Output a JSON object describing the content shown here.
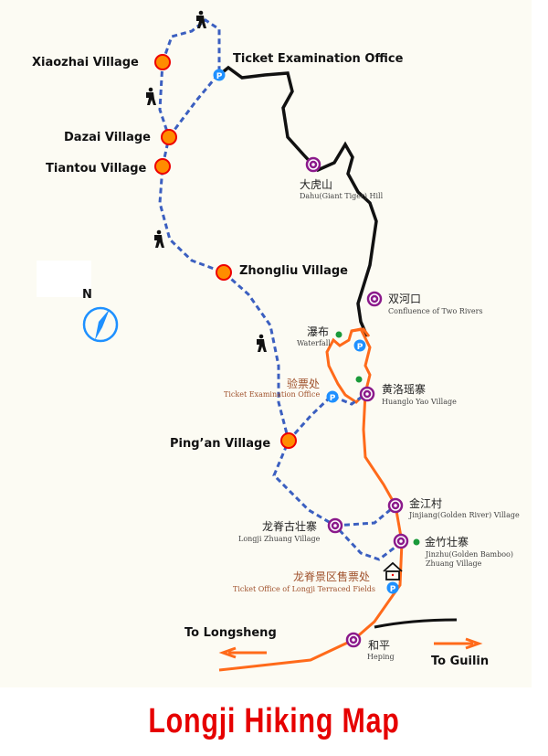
{
  "title": "Longji Hiking Map",
  "villages": {
    "xiaozhai": "Xiaozhai Village",
    "dazai": "Dazai Village",
    "tiantou": "Tiantou Village",
    "zhongliu": "Zhongliu Village",
    "pingan": "Ping’an Village"
  },
  "ticket_top": "Ticket Examination Office",
  "sites": {
    "dahu_cn": "大虎山",
    "dahu_en": "Dahu(Giant Tiger) Hill",
    "rivers_cn": "双河口",
    "rivers_en": "Confluence of Two Rivers",
    "waterfall_cn": "瀑布",
    "waterfall_en": "Waterfall",
    "ticket_cn": "验票处",
    "ticket_en": "Ticket Examination Office",
    "huanglo_cn": "黄洛瑶寨",
    "huanglo_en": "Huanglo Yao Village",
    "jinjiang_cn": "金江村",
    "jinjiang_en": "Jinjiang(Golden River) Village",
    "longji_cn": "龙脊古壮寨",
    "longji_en": "Longji Zhuang Village",
    "jinzhu_cn": "金竹壮寨",
    "jinzhu_en1": "Jinzhu(Golden Bamboo)",
    "jinzhu_en2": "Zhuang Village",
    "office_cn": "龙脊景区售票处",
    "office_en": "Ticket Office of Longji Terraced Fields",
    "heping_cn": "和平",
    "heping_en": "Heping"
  },
  "directions": {
    "left": "To Longsheng",
    "right": "To Guilin"
  },
  "compass": "N",
  "parking": "P",
  "colors": {
    "trail": "#3b5fc0",
    "road": "#111111",
    "orange_road": "#ff6a1a",
    "ring": "#8b1a8b",
    "title": "#e60000"
  }
}
